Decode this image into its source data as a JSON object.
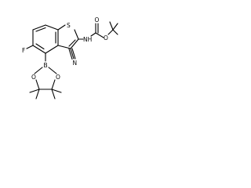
{
  "molecule": {
    "atom_labels": {
      "sulfur": "S",
      "amide_nh": "NH",
      "carbonyl_o": "O",
      "ester_o": "O",
      "nitrile_n": "N",
      "fluorine": "F",
      "boron": "B",
      "boronate_o_left": "O",
      "boronate_o_right": "O"
    }
  }
}
